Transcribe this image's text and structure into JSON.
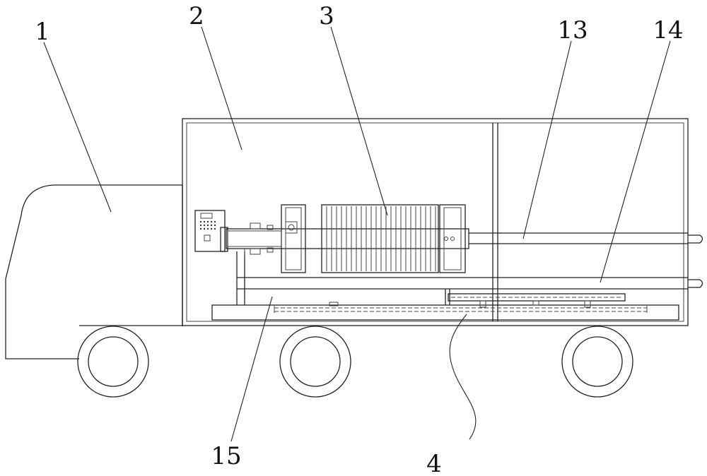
{
  "diagram": {
    "labels": [
      {
        "id": "1",
        "text": "1"
      },
      {
        "id": "2",
        "text": "2"
      },
      {
        "id": "3",
        "text": "3"
      },
      {
        "id": "13",
        "text": "13"
      },
      {
        "id": "14",
        "text": "14"
      },
      {
        "id": "15",
        "text": "15"
      },
      {
        "id": "4",
        "text": "4"
      }
    ]
  }
}
